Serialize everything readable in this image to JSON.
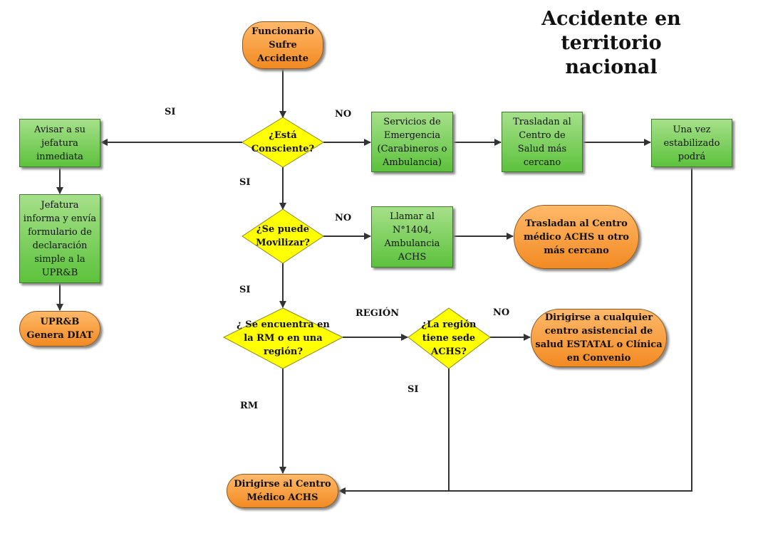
{
  "title": {
    "line1": "Accidente en territorio",
    "line2": "nacional"
  },
  "nodes": {
    "start": "Funcionario Sufre Accidente",
    "q_consciente": "¿Está Consciente?",
    "servicios": "Servicios de Emergencia (Carabineros o Ambulancia)",
    "trasladan_salud": "Trasladan al Centro de Salud más cercano",
    "estabilizado": "Una vez estabilizado podrá",
    "avisar": "Avisar a su jefatura inmediata",
    "jefatura": "Jefatura informa y envía formulario de declaración simple a la UPR&B",
    "diat": "UPR&B Genera DIAT",
    "q_movilizar": "¿Se puede Movilizar?",
    "llamar": "Llamar al N°1404, Ambulancia ACHS",
    "trasladan_achs": "Trasladan al Centro médico ACHS u otro más cercano",
    "q_rm": "¿ Se encuentra en la RM o en una región?",
    "q_sede": "¿La región tiene sede ACHS?",
    "cualquier_centro": "Dirigirse a cualquier centro asistencial de salud ESTATAL o Clínica en Convenio",
    "centro_achs": "Dirigirse al Centro Médico ACHS"
  },
  "edges": {
    "si_avisar": "SI",
    "no_servicios": "NO",
    "si_movilizar": "SI",
    "no_llamar": "NO",
    "si_rm": "SI",
    "region": "REGIÓN",
    "no_cualquier": "NO",
    "si_sede": "SI",
    "rm": "RM"
  },
  "colors": {
    "process": "#6cc94a",
    "terminal": "#f7993a",
    "decision": "#ffff00"
  }
}
